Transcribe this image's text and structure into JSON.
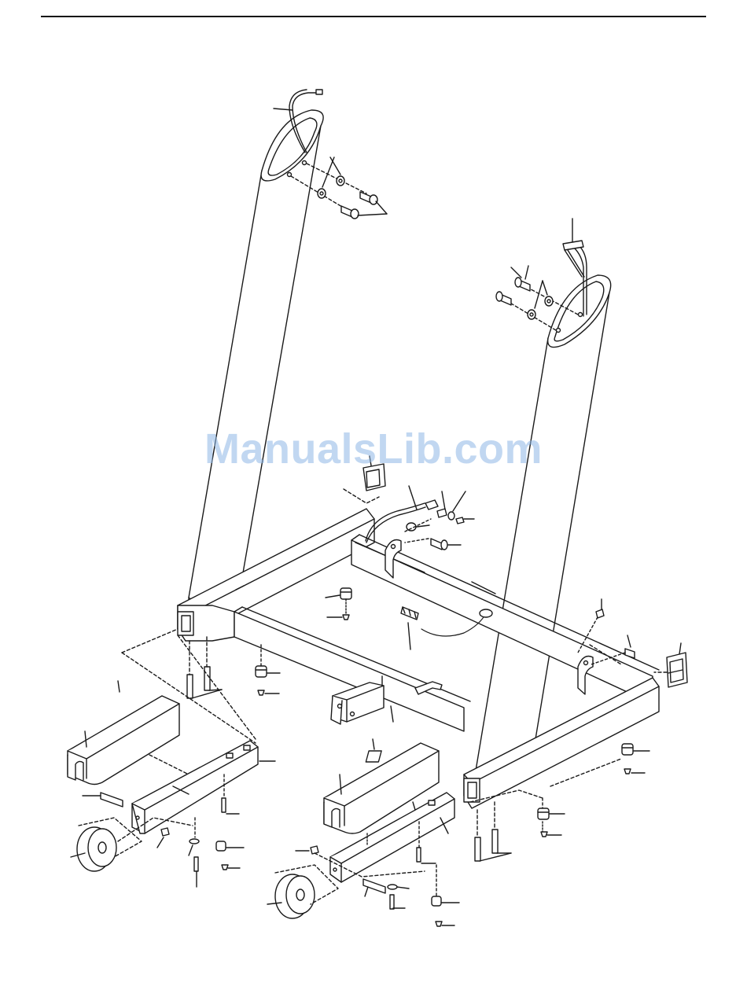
{
  "watermark": {
    "text": "ManualsLib.com",
    "color": "#8fb8e6"
  },
  "colors": {
    "line": "#1a1a1a",
    "fill": "#ffffff",
    "hole": "#ffffff"
  },
  "parts": {
    "left_upright": "upright-tube",
    "right_upright": "upright-tube",
    "wire_harness": "wire-harness",
    "crossbar": "crossbar-tube",
    "base_frame": "base-frame",
    "foot_cover": "foot-cover",
    "foot_rail": "foot-rail",
    "wheel": "wheel",
    "leveler": "leveler-foot",
    "bolt": "bolt",
    "washer": "washer",
    "nut": "nut",
    "screw": "screw",
    "bracket": "bracket",
    "switch_box": "switch-box",
    "decal": "decal"
  }
}
